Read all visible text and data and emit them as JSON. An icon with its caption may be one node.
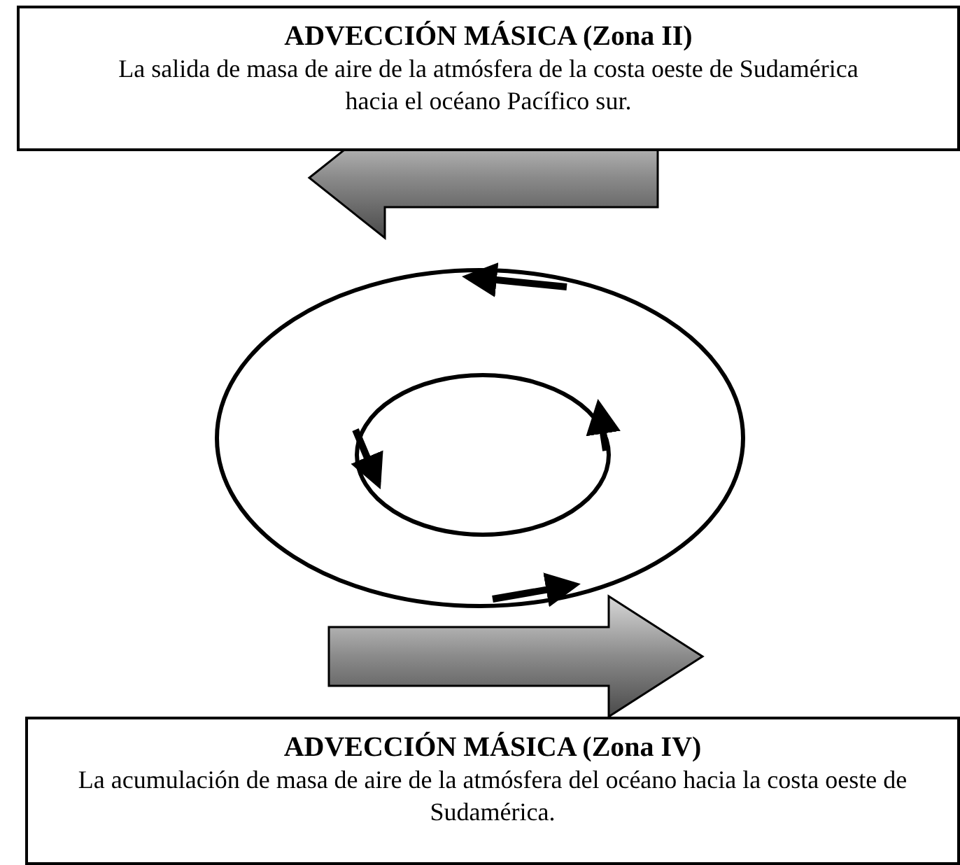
{
  "diagram": {
    "nodes": [
      {
        "text": [
          "ADVECCIÓN MÁSICA (Zona II)",
          "La salida de masa de aire de la atmósfera de la costa oeste de Sudamérica hacia el océano Pacífico sur."
        ]
      },
      {
        "text": [
          "ADVECCIÓN MÁSICA (Zona IV)",
          "La acumulación de masa de aire de la atmósfera del océano hacia la costa oeste de Sudamérica."
        ]
      }
    ]
  }
}
